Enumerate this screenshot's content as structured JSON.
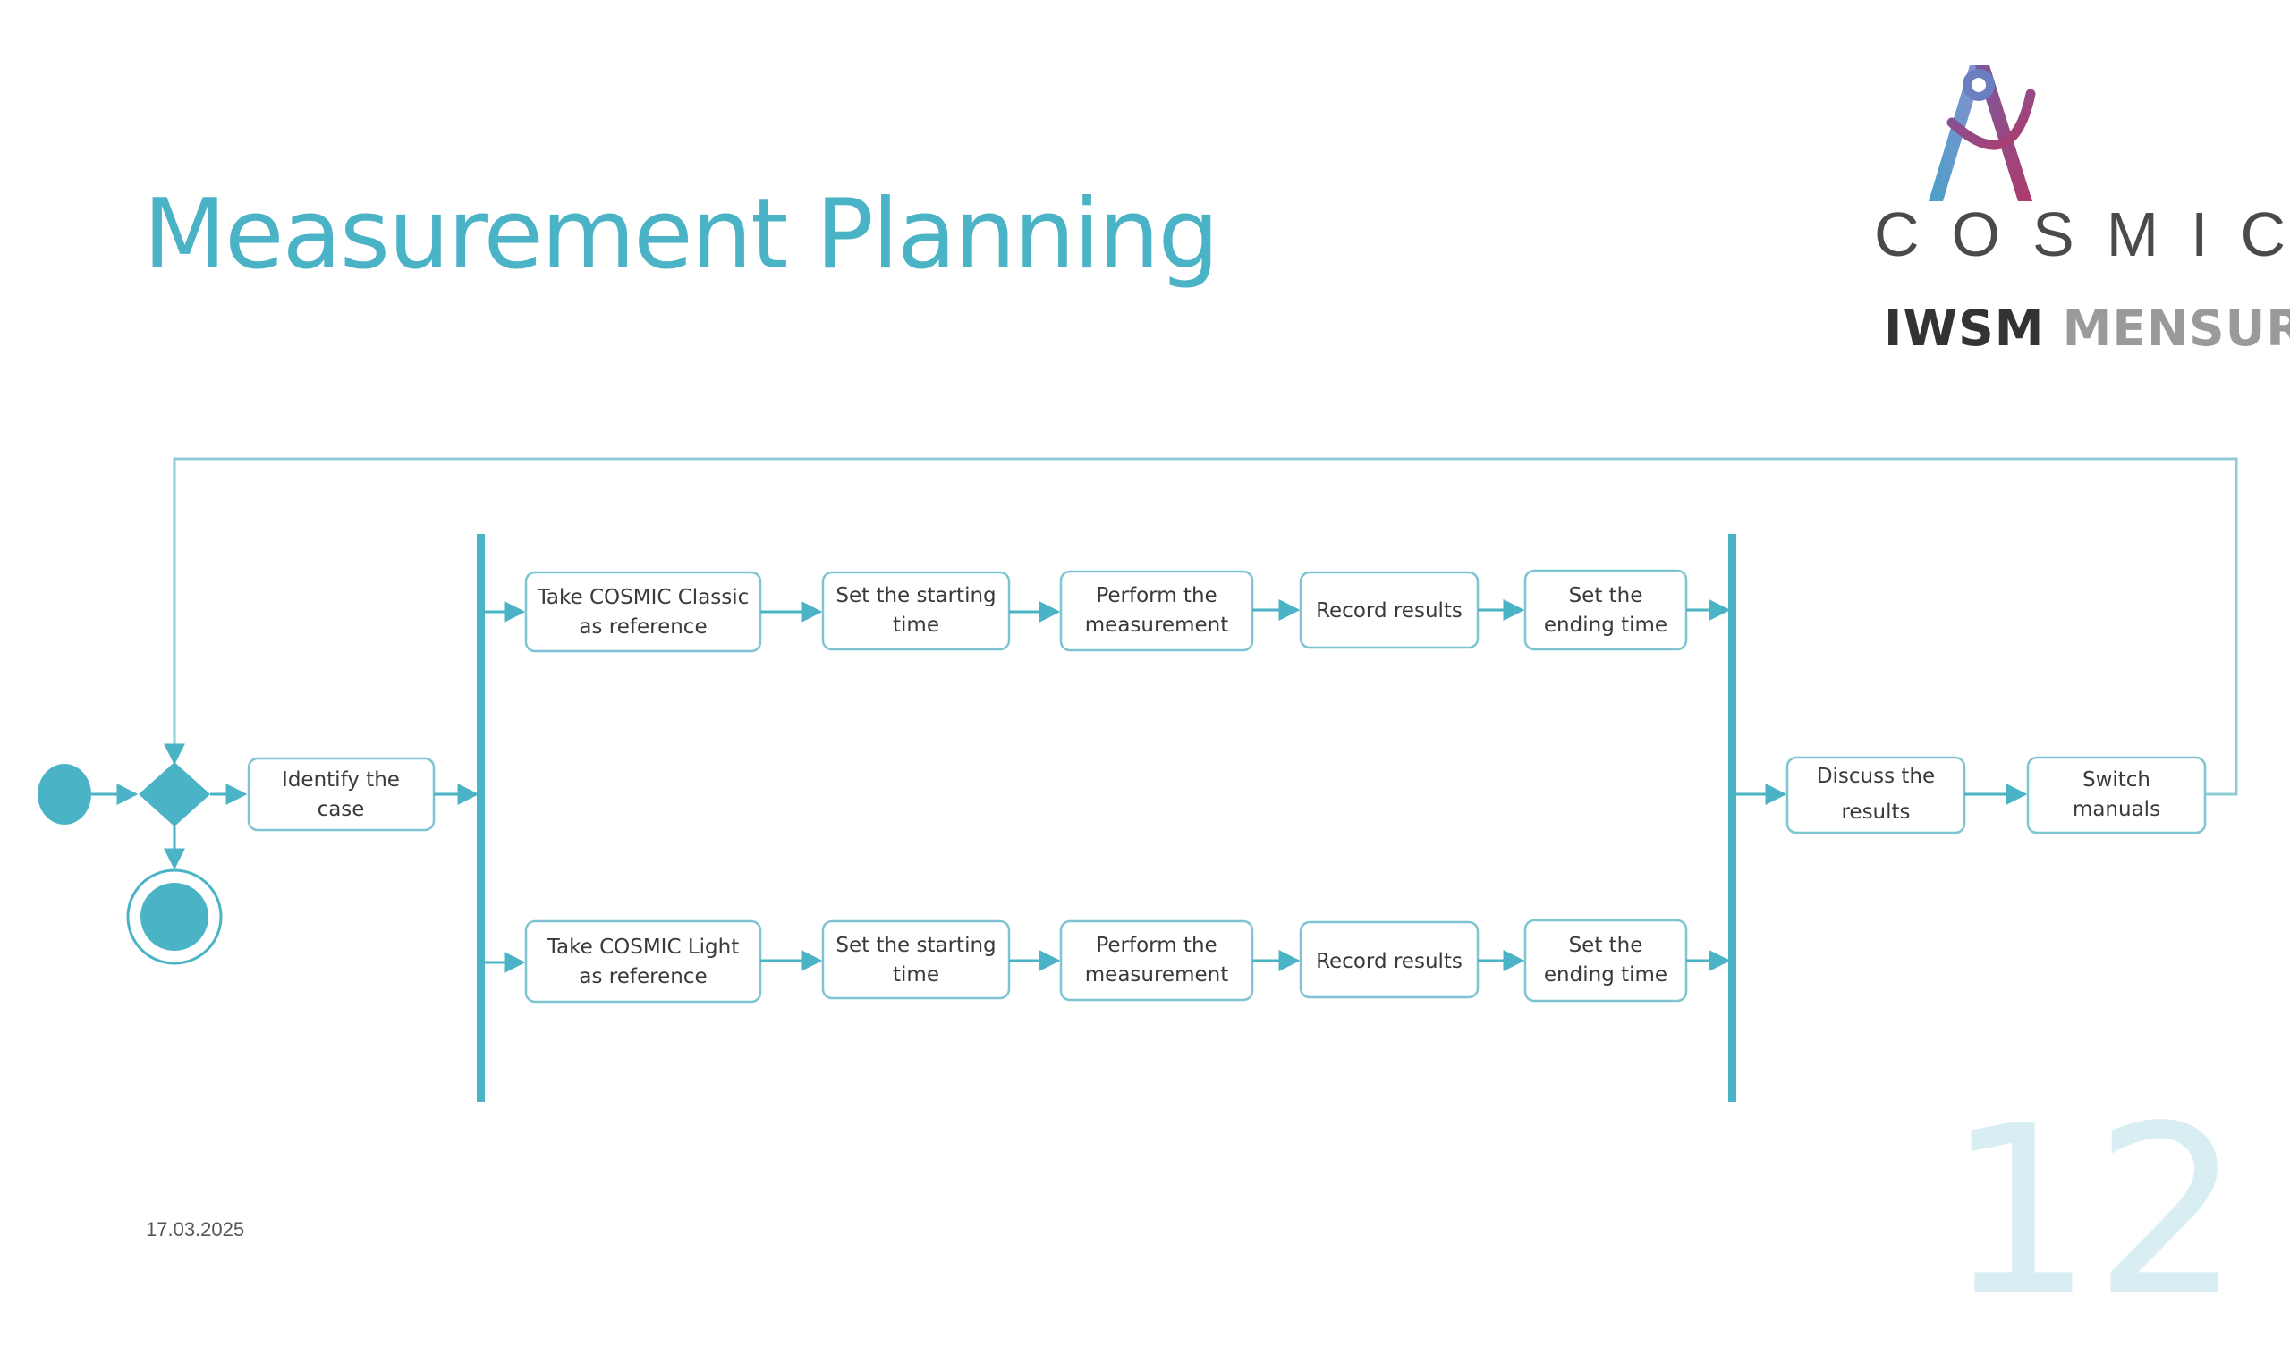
{
  "slide": {
    "title": "Measurement Planning",
    "date": "17.03.2025",
    "page_number": "12"
  },
  "logo": {
    "name": "COSMIC",
    "subtitle_bold": "IWSM",
    "subtitle_light": "MENSURA"
  },
  "colors": {
    "accent": "#4bb3c6",
    "node_border": "#7fc4d2",
    "text": "#3a3a3a"
  },
  "diagram": {
    "identify": [
      "Identify the",
      "case"
    ],
    "top_branch": [
      [
        "Take COSMIC Classic",
        "as reference"
      ],
      [
        "Set the starting",
        "time"
      ],
      [
        "Perform the",
        "measurement"
      ],
      [
        "Record results"
      ],
      [
        "Set the",
        "ending time"
      ]
    ],
    "bottom_branch": [
      [
        "Take COSMIC Light",
        "as reference"
      ],
      [
        "Set the starting",
        "time"
      ],
      [
        "Perform the",
        "measurement"
      ],
      [
        "Record results"
      ],
      [
        "Set the",
        "ending time"
      ]
    ],
    "discuss": [
      "Discuss the",
      "results"
    ],
    "switch": [
      "Switch",
      "manuals"
    ]
  }
}
